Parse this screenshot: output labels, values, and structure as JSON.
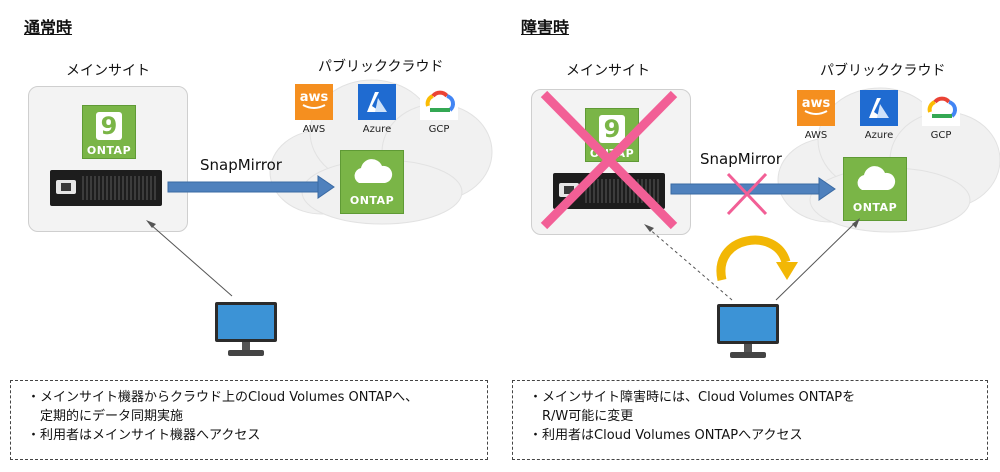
{
  "left": {
    "heading": "通常時",
    "site_label": "メインサイト",
    "cloud_label": "パブリッククラウド",
    "aws_label": "AWS",
    "azure_label": "Azure",
    "gcp_label": "GCP",
    "ontap_nine": "9",
    "ontap_text": "ONTAP",
    "cloud_ontap_text": "ONTAP",
    "snapmirror": "SnapMirror",
    "notes": [
      "・メインサイト機器からクラウド上のCloud Volumes ONTAPへ、",
      "　定期的にデータ同期実施",
      "・利用者はメインサイト機器へアクセス"
    ]
  },
  "right": {
    "heading": "障害時",
    "site_label": "メインサイト",
    "cloud_label": "パブリッククラウド",
    "aws_label": "AWS",
    "azure_label": "Azure",
    "gcp_label": "GCP",
    "ontap_nine": "9",
    "ontap_text": "ONTAP",
    "cloud_ontap_text": "ONTAP",
    "snapmirror": "SnapMirror",
    "notes": [
      "・メインサイト障害時には、Cloud Volumes ONTAPを",
      "　R/W可能に変更",
      "・利用者はCloud Volumes ONTAPへアクセス"
    ]
  },
  "icons": {
    "aws_logo_text": "aws",
    "colors": {
      "ontap_green": "#7ab547",
      "aws_orange": "#f58f1f",
      "azure_blue": "#1f6bd1",
      "arrow_blue": "#4f81bd",
      "failure_pink": "#f25f96",
      "swap_arrow_yellow": "#f2b705"
    }
  }
}
